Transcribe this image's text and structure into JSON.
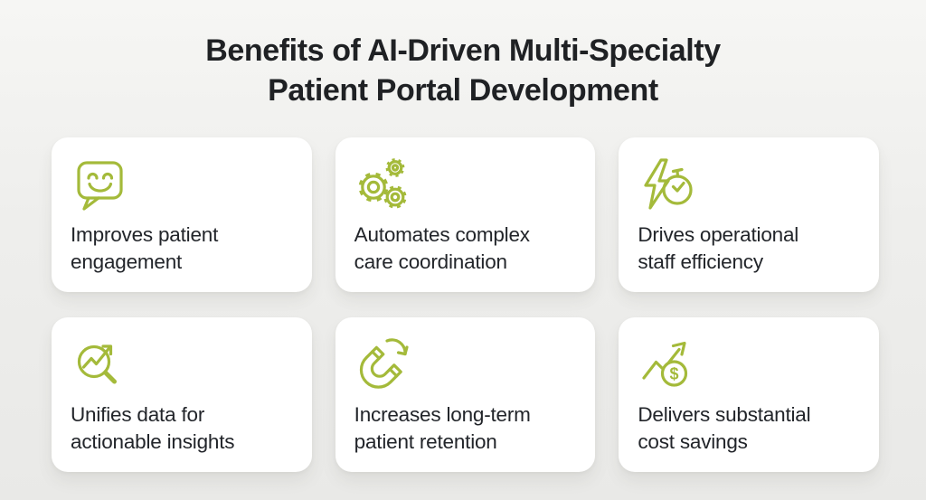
{
  "colors": {
    "background": "#eeeeec",
    "card_background": "#ffffff",
    "accent_green": "#a4ba3a",
    "title_text": "#1f2124",
    "card_text": "#22252a"
  },
  "title": {
    "line1": "Benefits of AI-Driven Multi-Specialty",
    "line2": "Patient Portal Development"
  },
  "cards": [
    {
      "icon": "chat-smiley-icon",
      "line1": "Improves patient",
      "line2": "engagement"
    },
    {
      "icon": "gears-icon",
      "line1": "Automates complex",
      "line2": "care coordination"
    },
    {
      "icon": "bolt-stopwatch-icon",
      "line1": "Drives operational",
      "line2": "staff efficiency"
    },
    {
      "icon": "magnifier-trend-icon",
      "line1": "Unifies data for",
      "line2": "actionable insights"
    },
    {
      "icon": "magnet-retention-icon",
      "line1": "Increases long-term",
      "line2": "patient retention"
    },
    {
      "icon": "growth-dollar-icon",
      "line1": "Delivers substantial",
      "line2": "cost savings"
    }
  ]
}
